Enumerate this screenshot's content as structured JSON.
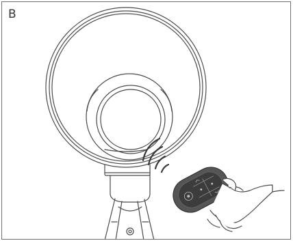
{
  "panel": {
    "label": "B"
  },
  "colors": {
    "line": "#4a4a4a",
    "fill": "#ffffff",
    "remote_body": "#555555",
    "remote_face": "#3c3c3c",
    "frame": "#6f6f6f"
  },
  "icons": [
    "fan-ring",
    "fan-hub",
    "signal-waves",
    "remote-control",
    "hand",
    "tripod-stand"
  ]
}
